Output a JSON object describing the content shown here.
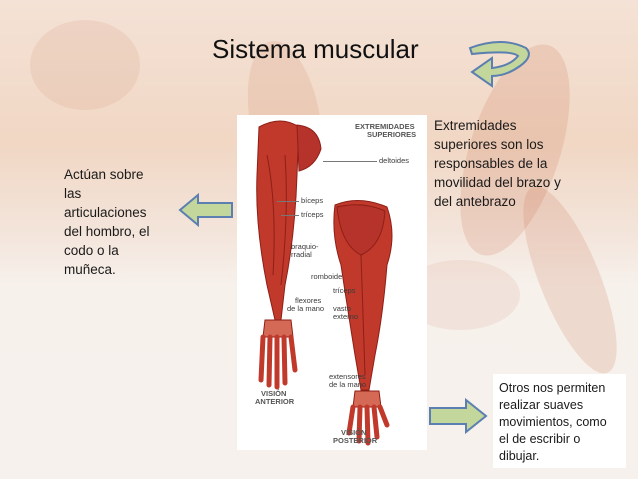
{
  "slide": {
    "title": "Sistema muscular",
    "left_text": "Actúan sobre las articulaciones del hombro, el codo o la muñeca.",
    "right_top_text": "Extremidades superiores son los responsables de la movilidad del brazo y del antebrazo",
    "bottom_text_lines": [
      "Otros nos permiten",
      "realizar suaves",
      "movimientos, como",
      "el de escribir o",
      "dibujar."
    ]
  },
  "figure": {
    "heading_lines": [
      "EXTREMIDADES",
      "SUPERIORES"
    ],
    "labels": {
      "deltoides": "deltoides",
      "biceps": "bíceps",
      "triceps_left": "tríceps",
      "braquio_1": "braquio-",
      "braquio_2": "rradial",
      "romboide": "romboide",
      "triceps_right": "tríceps",
      "flexores_1": "flexores",
      "flexores_2": "de la mano",
      "vasto_1": "vasto",
      "vasto_2": "externo",
      "extensores_1": "extensores",
      "extensores_2": "de la mano"
    },
    "anterior_lines": [
      "VISIÓN",
      "ANTERIOR"
    ],
    "posterior_lines": [
      "VISIÓN",
      "POSTERIOR"
    ]
  },
  "colors": {
    "arrow_fill": "#c3d69b",
    "arrow_stroke": "#5b7fb0",
    "muscle": "#c0392b",
    "muscle_dark": "#8e1f17"
  },
  "icons": [
    "curved-arrow-icon",
    "left-arrow-icon",
    "right-arrow-icon"
  ]
}
